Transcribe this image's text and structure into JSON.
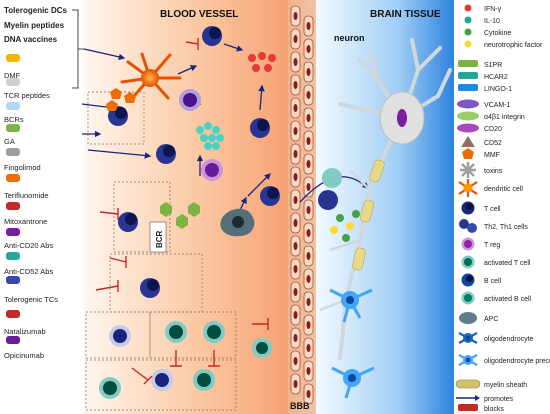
{
  "regions": {
    "blood_vessel": "BLOOD VESSEL",
    "brain_tissue": "BRAIN TISSUE",
    "bbb": "BBB",
    "neuron": "neuron",
    "bcr_badge": "BCR"
  },
  "therapies": [
    "Tolerogenic DCs",
    "Myelin peptides",
    "DNA vaccines",
    "DMF",
    "TCR peptides",
    "BCRs",
    "GA",
    "Fingolimod",
    "Teriflunomide",
    "Mitoxantrone",
    "Anti-CD20 Abs",
    "Anti-CD52 Abs",
    "Tolerogenic TCs",
    "Natalizumab",
    "Opicinumab"
  ],
  "legend": [
    {
      "label": "IFN-γ",
      "icon": "red-dot",
      "color": "#e53935"
    },
    {
      "label": "IL-10",
      "icon": "teal-dot",
      "color": "#26a69a"
    },
    {
      "label": "Cytokine",
      "icon": "green-dot",
      "color": "#43a047"
    },
    {
      "label": "neurotrophic factor",
      "icon": "yellow-dot",
      "color": "#fdd835"
    },
    {
      "label": "S1PR",
      "icon": "green-bar",
      "color": "#7cb342"
    },
    {
      "label": "HCAR2",
      "icon": "teal-bar",
      "color": "#26a69a"
    },
    {
      "label": "LINGO-1",
      "icon": "blue-bar",
      "color": "#1e88e5"
    },
    {
      "label": "VCAM-1",
      "icon": "violet-oval",
      "color": "#7e57c2"
    },
    {
      "label": "α4β1 integrin",
      "icon": "green-oval",
      "color": "#9ccc65"
    },
    {
      "label": "CD20",
      "icon": "purple-oval",
      "color": "#ab47bc"
    },
    {
      "label": "CD52",
      "icon": "brown-triangle",
      "color": "#8d6e63"
    },
    {
      "label": "MMF",
      "icon": "orange-pentagon",
      "color": "#ef6c00"
    },
    {
      "label": "toxins",
      "icon": "toxin-star",
      "color": "#9e9e9e"
    },
    {
      "label": "dendritic cell",
      "icon": "dendritic-cell",
      "color": "#e65100"
    },
    {
      "label": "T cell",
      "icon": "t-cell",
      "color": "#1a237e"
    },
    {
      "label": "Th2, Th1 cells",
      "icon": "th-cells",
      "color": "#283593"
    },
    {
      "label": "T reg",
      "icon": "treg-cell",
      "color": "#8e24aa"
    },
    {
      "label": "activated T cell",
      "icon": "activated-t-cell",
      "color": "#00695c"
    },
    {
      "label": "B cell",
      "icon": "b-cell",
      "color": "#0d47a1"
    },
    {
      "label": "activated B cell",
      "icon": "activated-b-cell",
      "color": "#00796b"
    },
    {
      "label": "APC",
      "icon": "apc-cell",
      "color": "#37474f"
    },
    {
      "label": "oligodendrocyte",
      "icon": "oligodendrocyte",
      "color": "#1565c0"
    },
    {
      "label": "oligodendrocyte precursor cell",
      "icon": "opc-cell",
      "color": "#42a5f5"
    },
    {
      "label": "myelin sheath",
      "icon": "myelin-sheath",
      "color": "#d4c36a"
    },
    {
      "label": "promotes",
      "icon": "promotes-arrow",
      "color": "#1a237e"
    },
    {
      "label": "blocks",
      "icon": "blocks-bar",
      "color": "#c62828"
    }
  ],
  "colors": {
    "vessel_light": "#fde6d4",
    "vessel_deep": "#f7a777",
    "brain_light": "#e3f2fd",
    "brain_deep": "#2f86e0",
    "arrow_blue": "#1a237e",
    "block_red": "#c62828"
  }
}
